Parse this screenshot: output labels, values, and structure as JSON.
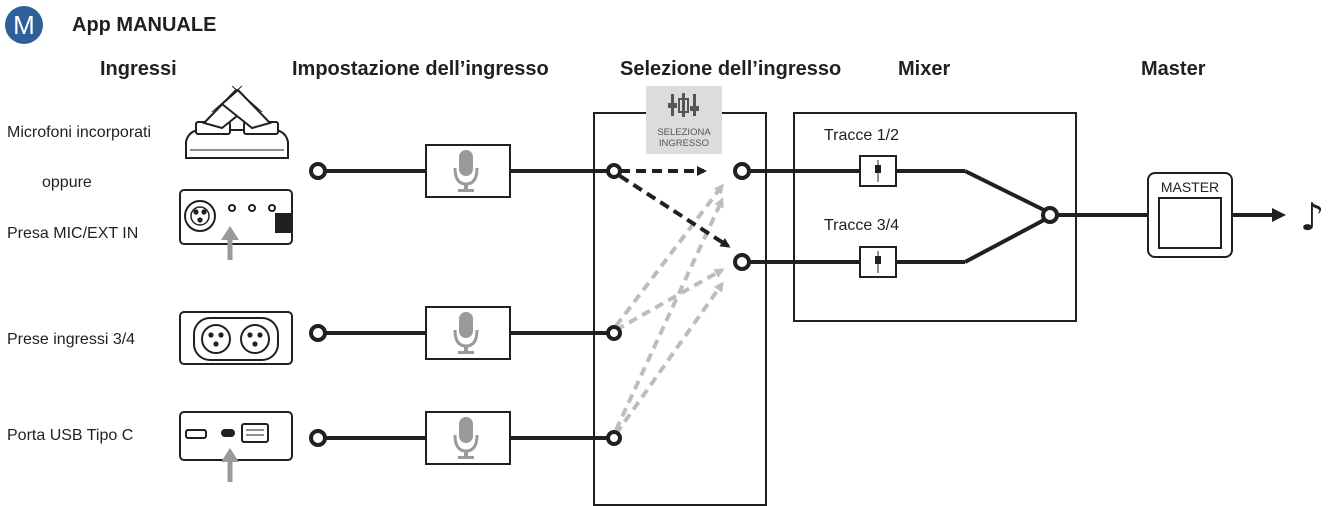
{
  "header": {
    "badge_letter": "M",
    "title": "App MANUALE"
  },
  "columns": {
    "inputs": "Ingressi",
    "input_settings": "Impostazione dell’ingresso",
    "input_selection": "Selezione dell’ingresso",
    "mixer": "Mixer",
    "master": "Master"
  },
  "inputs": {
    "builtin_mics": "Microfoni incorporati",
    "or": "oppure",
    "mic_ext_jack": "Presa MIC/EXT IN",
    "inputs_34": "Prese ingressi 3/4",
    "usb_c": "Porta USB Tipo C"
  },
  "select_button": {
    "line1": "SELEZIONA",
    "line2": "INGRESSO",
    "icon": "fader-select-icon"
  },
  "mixer": {
    "track_12": "Tracce 1/2",
    "track_34": "Tracce 3/4"
  },
  "master": {
    "label": "MASTER",
    "output_icon": "music-note-icon",
    "note": "♪"
  },
  "colors": {
    "badge": "#2f5f99",
    "line": "#231f20",
    "muted_arrow": "#bdbdbd",
    "select_bg": "#dcdcdc"
  }
}
